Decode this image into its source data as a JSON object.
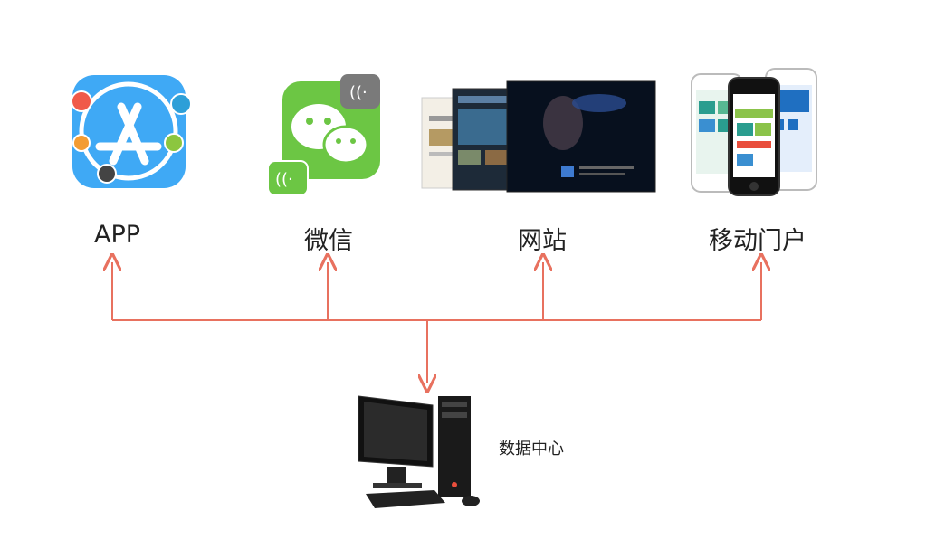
{
  "targets": [
    {
      "label": "APP",
      "icon": "app-store-icon"
    },
    {
      "label": "微信",
      "icon": "wechat-icon"
    },
    {
      "label": "网站",
      "icon": "website-screens-icon"
    },
    {
      "label": "移动门户",
      "icon": "mobile-phones-icon"
    }
  ],
  "source": {
    "label": "数据中心",
    "icon": "desktop-computer-icon"
  },
  "colors": {
    "connector": "#e8715f",
    "app_blue": "#3fa9f5",
    "wechat_green": "#6cc644",
    "bubble_gray": "#7a7a7a"
  }
}
